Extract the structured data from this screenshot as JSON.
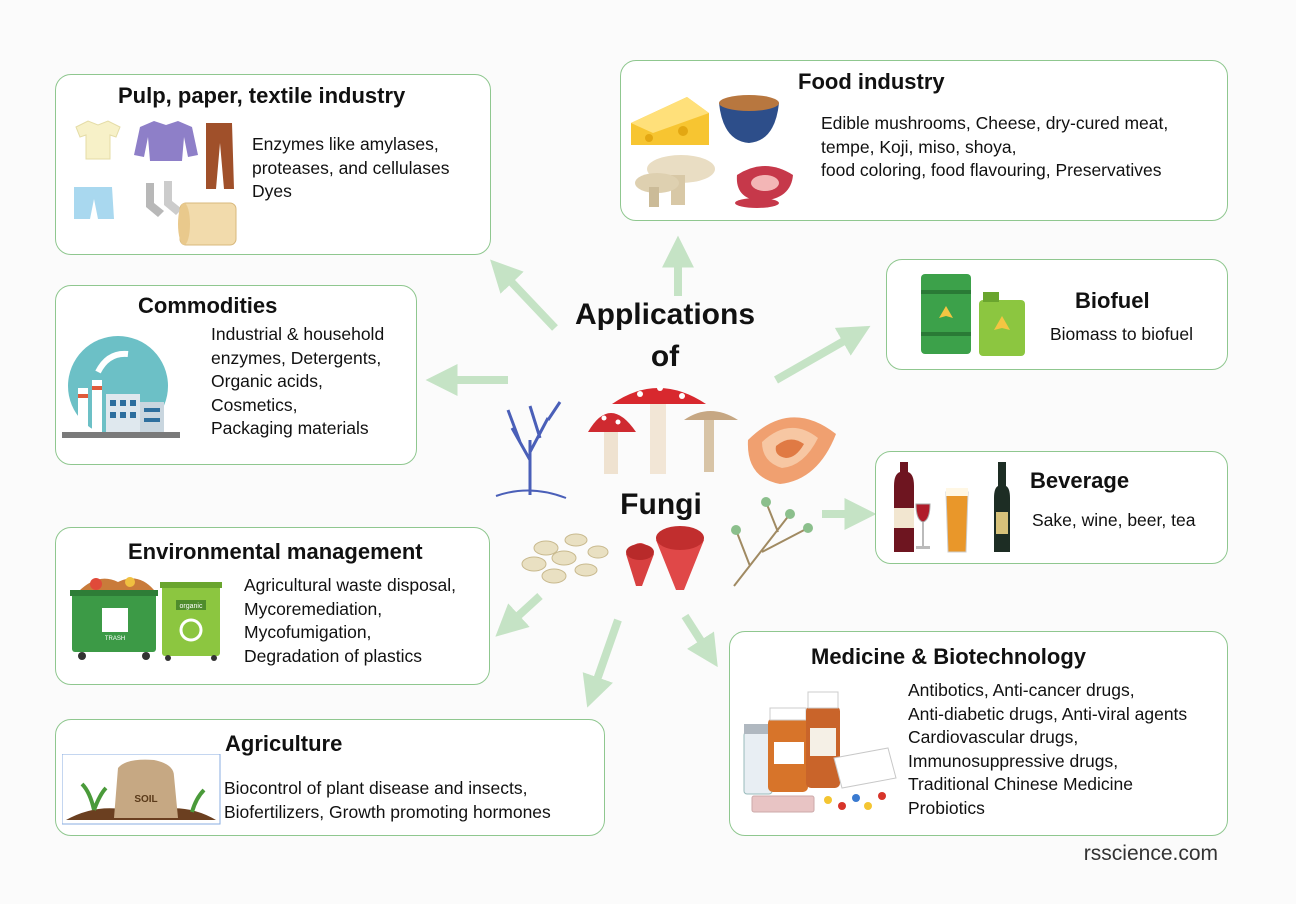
{
  "center": {
    "line1": "Applications",
    "line2": "of",
    "line3": "Fungi"
  },
  "boxes": {
    "pulp": {
      "title": "Pulp, paper, textile industry",
      "lines": [
        "Enzymes like amylases,",
        "proteases, and cellulases",
        "Dyes"
      ]
    },
    "food": {
      "title": "Food industry",
      "lines": [
        "Edible mushrooms, Cheese, dry-cured meat,",
        "tempe, Koji, miso, shoya,",
        "food coloring, food flavouring, Preservatives"
      ]
    },
    "commodities": {
      "title": "Commodities",
      "lines": [
        "Industrial & household",
        "enzymes, Detergents,",
        "Organic acids,",
        "Cosmetics,",
        "Packaging materials"
      ]
    },
    "biofuel": {
      "title": "Biofuel",
      "lines": [
        "Biomass to biofuel"
      ]
    },
    "beverage": {
      "title": "Beverage",
      "lines": [
        "Sake, wine, beer, tea"
      ]
    },
    "environment": {
      "title": "Environmental management",
      "lines": [
        "Agricultural waste disposal,",
        "Mycoremediation,",
        "Mycofumigation,",
        "Degradation of plastics"
      ]
    },
    "medicine": {
      "title": "Medicine & Biotechnology",
      "lines": [
        "Antibotics, Anti-cancer drugs,",
        "Anti-diabetic drugs, Anti-viral agents",
        "Cardiovascular drugs,",
        "Immunosuppressive drugs,",
        "Traditional Chinese Medicine",
        "Probiotics"
      ]
    },
    "agriculture": {
      "title": "Agriculture",
      "lines": [
        "Biocontrol of plant disease and insects,",
        "Biofertilizers, Growth promoting hormones"
      ]
    }
  },
  "illustration_labels": {
    "trash_bin": "TRASH",
    "organic_bin": "organic",
    "soil_bag": "SOIL"
  },
  "credit": "rsscience.com",
  "colors": {
    "box_border": "#8fc78f",
    "arrow": "#c5e3c5",
    "mushroom_red": "#d8282e"
  }
}
